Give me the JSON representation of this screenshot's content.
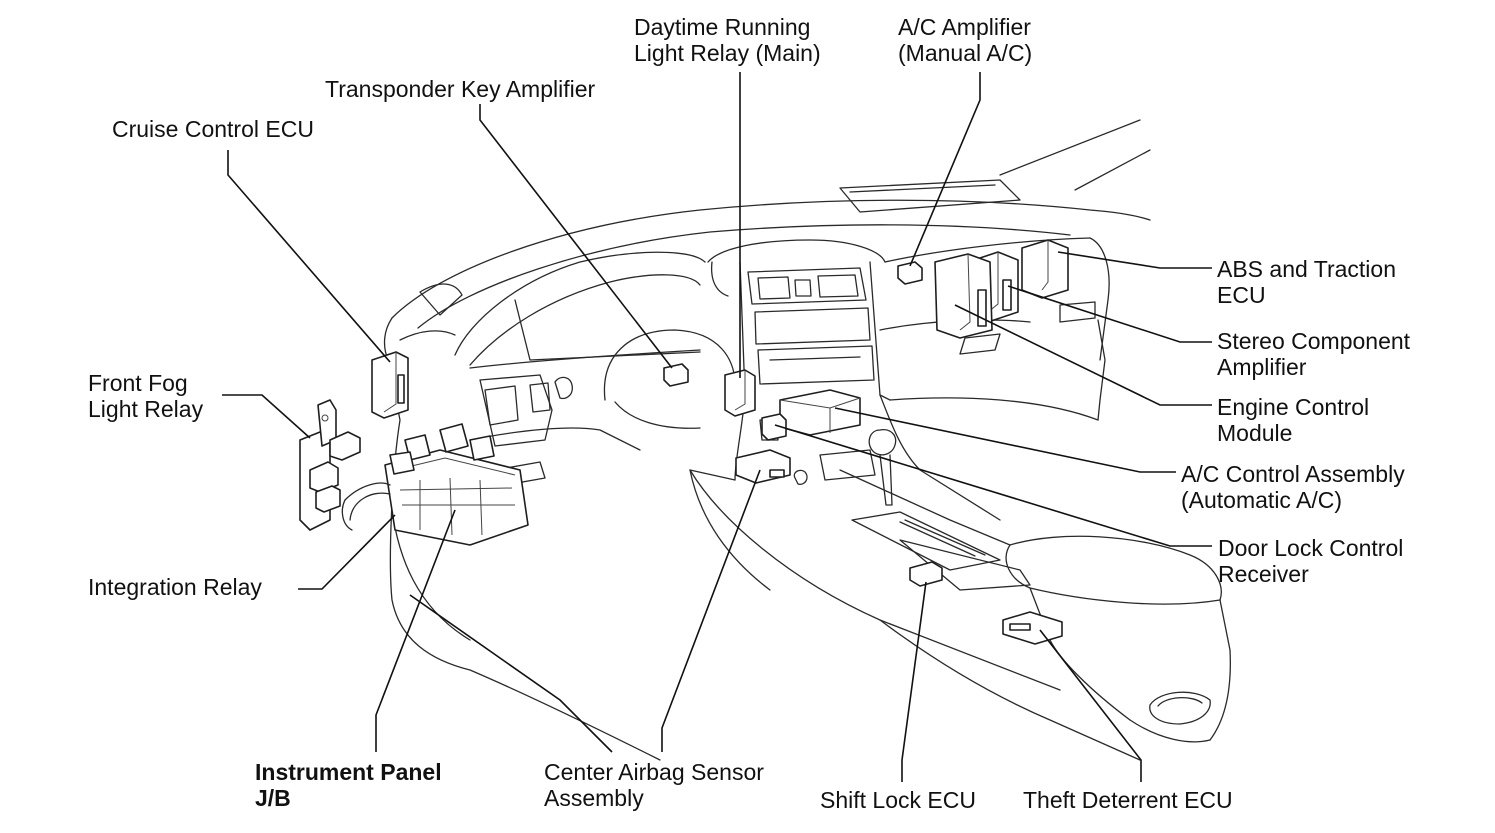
{
  "diagram": {
    "labels": {
      "daytime_running_light_relay": [
        "Daytime Running",
        "Light Relay (Main)"
      ],
      "ac_amplifier": [
        "A/C Amplifier",
        "(Manual A/C)"
      ],
      "transponder_key_amplifier": [
        "Transponder Key Amplifier"
      ],
      "cruise_control_ecu": [
        "Cruise Control ECU"
      ],
      "front_fog_light_relay": [
        "Front Fog",
        "Light Relay"
      ],
      "integration_relay": [
        "Integration Relay"
      ],
      "instrument_panel_jb": [
        "Instrument Panel",
        "J/B"
      ],
      "center_airbag_sensor": [
        "Center Airbag Sensor",
        "Assembly"
      ],
      "shift_lock_ecu": [
        "Shift Lock ECU"
      ],
      "theft_deterrent_ecu": [
        "Theft Deterrent ECU"
      ],
      "abs_traction_ecu": [
        "ABS and Traction",
        "ECU"
      ],
      "stereo_component_amplifier": [
        "Stereo Component",
        "Amplifier"
      ],
      "engine_control_module": [
        "Engine Control",
        "Module"
      ],
      "ac_control_assembly": [
        "A/C Control Assembly",
        "(Automatic A/C)"
      ],
      "door_lock_control_receiver": [
        "Door Lock Control",
        "Receiver"
      ]
    }
  }
}
